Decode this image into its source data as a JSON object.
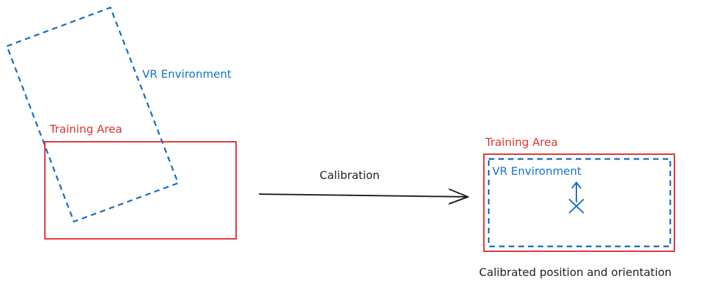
{
  "colors": {
    "training_area": "#e03131",
    "vr_environment": "#1971c2",
    "arrow": "#1e1e1e",
    "text": "#1e1e1e",
    "background": "#ffffff"
  },
  "before": {
    "vr_label": "VR Environment",
    "training_label": "Training Area"
  },
  "transition": {
    "label": "Calibration"
  },
  "after": {
    "training_label": "Training Area",
    "vr_label": "VR Environment",
    "marker_icon": "cross-icon",
    "orientation_icon": "up-arrow-icon",
    "caption": "Calibrated position and orientation"
  }
}
